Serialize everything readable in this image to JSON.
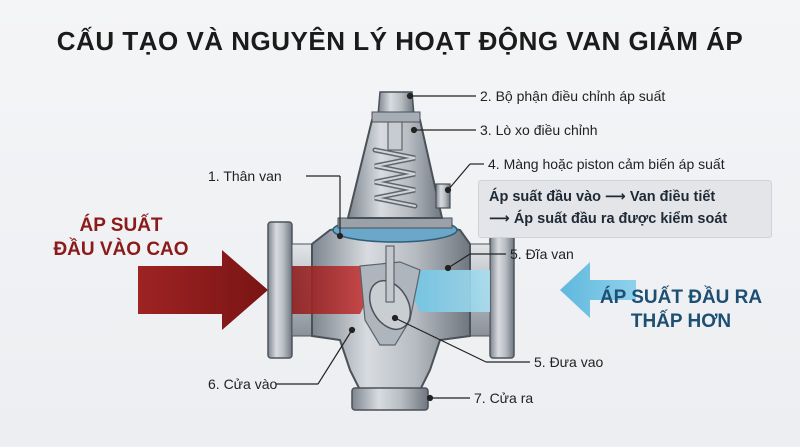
{
  "title": "CẤU TẠO VÀ NGUYÊN LÝ HOẠT ĐỘNG VAN GIẢM ÁP",
  "inlet_pressure": {
    "line1": "ÁP SUẤT",
    "line2": "ĐẦU VÀO CAO",
    "color": "#8b1a1a"
  },
  "outlet_pressure": {
    "line1": "ÁP SUẤT ĐẦU RA",
    "line2": "THẤP HƠN",
    "color": "#1d4f72"
  },
  "flow_box": {
    "line1": "Áp suất đầu vào ⟶ Van điều tiết",
    "line2": "⟶ Áp suất đầu ra được kiểm soát"
  },
  "labels": {
    "part1": "1. Thân van",
    "part2": "2. Bộ phận điều chỉnh áp suất",
    "part3": "3. Lò xo điều chỉnh",
    "part4": "4. Màng hoặc piston cảm biến áp suất",
    "part5a": "5. Đĩa van",
    "part5b": "5. Đưa vao",
    "part6": "6. Cửa vào",
    "part7": "7. Cửa ra"
  }
}
